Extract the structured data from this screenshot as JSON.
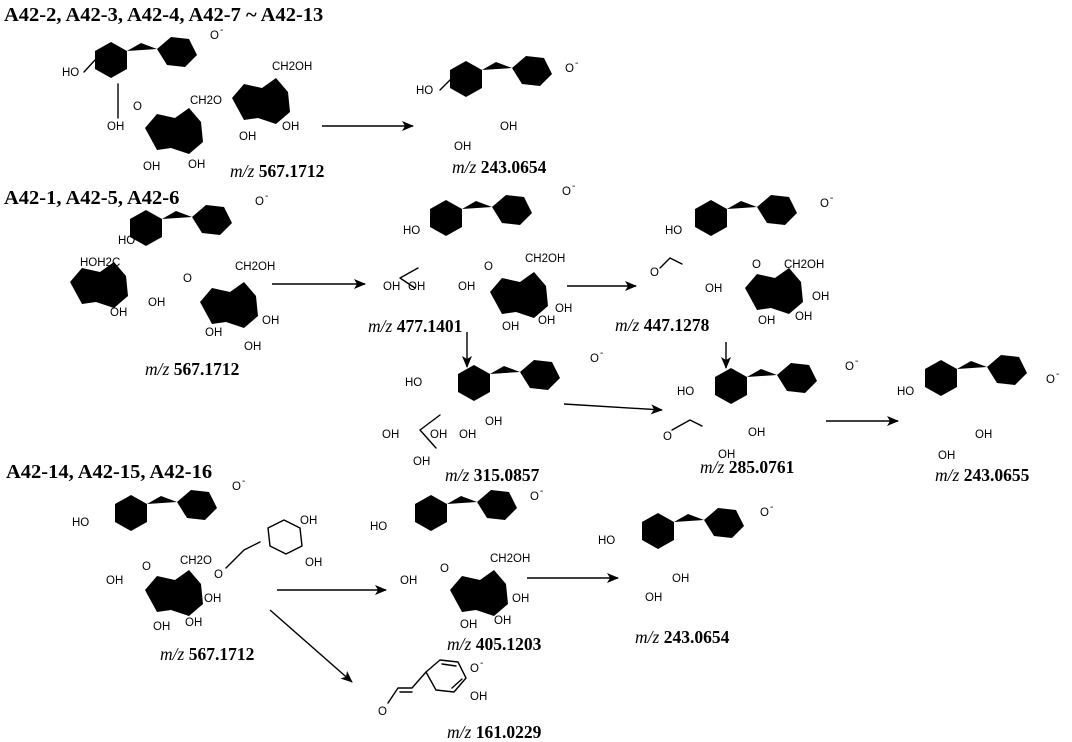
{
  "headings": {
    "group1": "A42-2, A42-3, A42-4, A42-7 ~ A42-13",
    "group2": "A42-1, A42-5, A42-6",
    "group3": "A42-14, A42-15, A42-16"
  },
  "mz_unit": "m/z",
  "masses": {
    "g1_precursor": "567.1712",
    "g1_product": "243.0654",
    "g2_precursor": "567.1712",
    "g2_frag_a": "477.1401",
    "g2_frag_b": "447.1278",
    "g2_frag_c": "315.0857",
    "g2_frag_d": "285.0761",
    "g2_frag_e": "243.0655",
    "g3_precursor": "567.1712",
    "g3_frag_a": "405.1203",
    "g3_frag_b": "243.0654",
    "g3_frag_c": "161.0229"
  },
  "atom_labels": {
    "hydroxyl": "OH",
    "hydroxyl_left": "HO",
    "hydroxymethyl": "CH2OH",
    "hydroxymethyl_left": "HOH2C",
    "methylene_oxy": "CH2O",
    "oxygen": "O",
    "charge": "-"
  }
}
